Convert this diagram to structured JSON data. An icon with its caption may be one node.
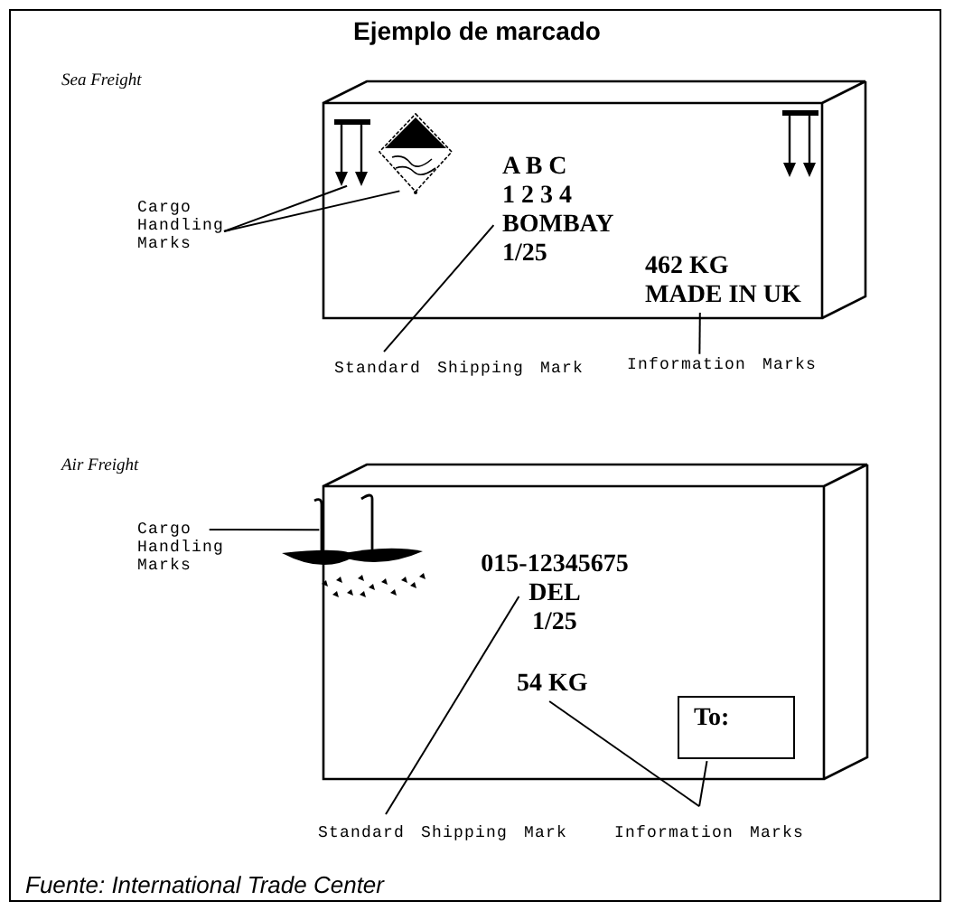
{
  "diagram": {
    "title": "Ejemplo de marcado",
    "caption": "Fuente: International Trade Center",
    "nodes": [
      {
        "text": [],
        "shape": "box"
      },
      {
        "text": [],
        "shape": "arrows",
        "in": 0
      },
      {
        "text": [],
        "shape": "diamond",
        "in": 0
      },
      {
        "text": [
          "A B C 1 2 3 4 BOMBAY 1/25"
        ],
        "in": 0
      },
      {
        "text": [
          "462 KG MADE IN UK"
        ],
        "in": 0
      },
      {
        "text": [
          "Cargo Handling Marks"
        ]
      },
      {
        "text": [
          "Standard Shipping Mark"
        ]
      },
      {
        "text": [
          "Information Marks"
        ]
      },
      {
        "text": [],
        "shape": "box"
      },
      {
        "text": [],
        "shape": "umbrella"
      },
      {
        "text": [
          "015-12345675 DEL 1/25"
        ],
        "in": 8
      },
      {
        "text": [
          "54 KG"
        ],
        "in": 8
      },
      {
        "text": [
          "To:"
        ],
        "in": 8
      },
      {
        "text": [
          "Cargo Handling Marks"
        ]
      },
      {
        "text": [
          "Standard Shipping Mark"
        ]
      },
      {
        "text": [
          "Information Marks"
        ]
      }
    ],
    "edges": [
      {
        "from": 5,
        "to": 1,
        "arrow": "none"
      },
      {
        "from": 5,
        "to": 2,
        "arrow": "none"
      },
      {
        "from": 6,
        "to": 3,
        "arrow": "none"
      },
      {
        "from": 7,
        "to": 4,
        "arrow": "none"
      },
      {
        "from": 13,
        "to": 9,
        "arrow": "none"
      },
      {
        "from": 14,
        "to": 10,
        "arrow": "none"
      },
      {
        "from": 15,
        "to": 11,
        "arrow": "none"
      },
      {
        "from": 15,
        "to": 12,
        "arrow": "none"
      }
    ],
    "labels": [
      "Sea Freight",
      "Air Freight"
    ]
  }
}
